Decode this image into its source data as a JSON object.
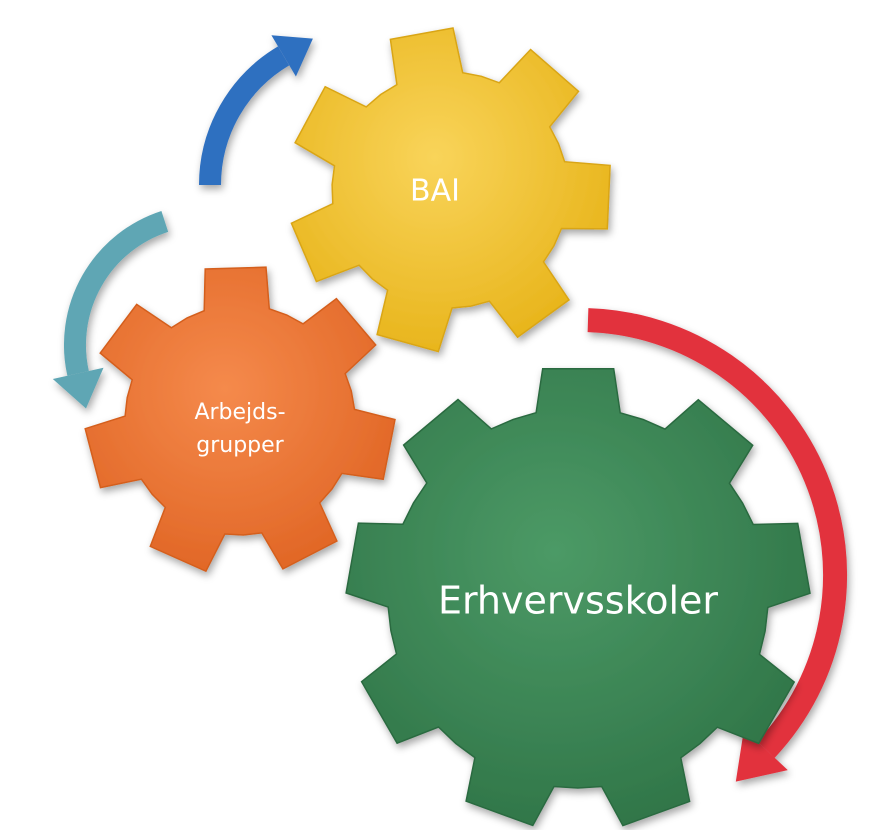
{
  "diagram": {
    "gears": [
      {
        "id": "bai",
        "label": "BAI",
        "color": "#f5c22a"
      },
      {
        "id": "arbejdsgrupper",
        "label_line1": "Arbejds-",
        "label_line2": "grupper",
        "color": "#f07a3a"
      },
      {
        "id": "erhvervsskoler",
        "label": "Erhvervsskoler",
        "color": "#3d8a58"
      }
    ],
    "arrows": [
      {
        "id": "blue",
        "color": "#2f6fc0"
      },
      {
        "id": "teal",
        "color": "#5ea6b4"
      },
      {
        "id": "red",
        "color": "#e2303e"
      }
    ]
  }
}
